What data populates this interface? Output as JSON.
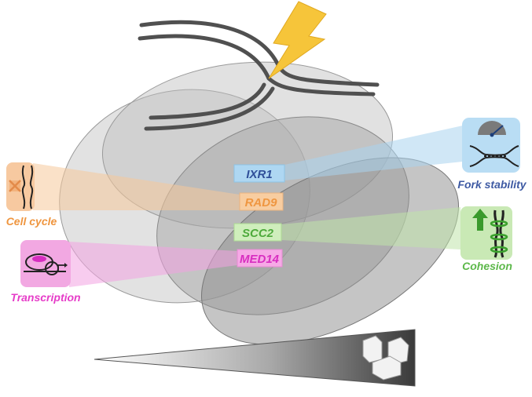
{
  "genes": {
    "ixr1": "IXR1",
    "rad9": "RAD9",
    "scc2": "SCC2",
    "med14": "MED14"
  },
  "processes": {
    "fork_stability": "Fork stability",
    "cell_cycle": "Cell cycle",
    "cohesion": "Cohesion",
    "transcription": "Transcription"
  },
  "colors": {
    "blue": "#3e5aa3",
    "orange": "#f2a055",
    "green": "#5cb84a",
    "magenta": "#e63cc8",
    "bolt": "#f6c53a"
  },
  "icons": [
    "lightning-bolt-icon",
    "dna-fork-icon",
    "gauge-icon",
    "cell-cycle-arrest-icon",
    "transcription-icon",
    "cohesin-icon",
    "up-arrow-icon",
    "cubes-icon"
  ]
}
